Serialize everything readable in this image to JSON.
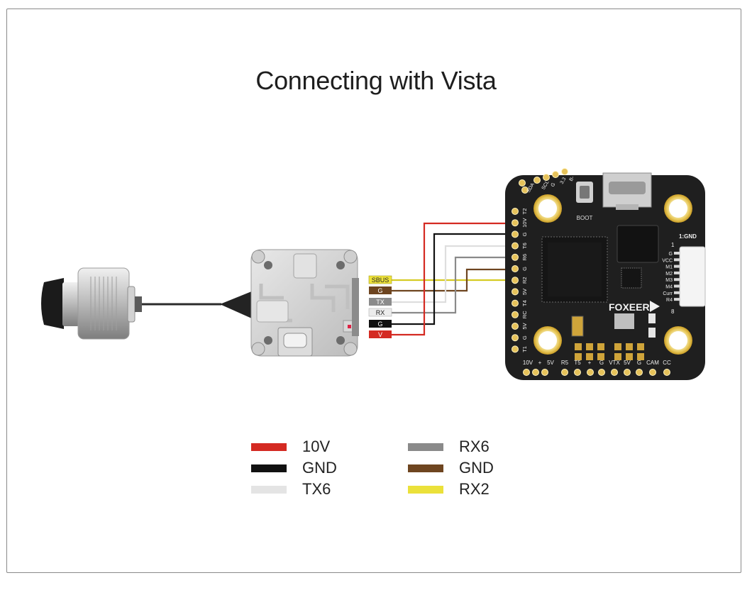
{
  "title": "Connecting with Vista",
  "connector_labels": [
    "SBUS",
    "G",
    "TX",
    "RX",
    "G",
    "V"
  ],
  "fc": {
    "brand": "FOXEER",
    "boot_label": "BOOT",
    "top_pads": [
      "SDA",
      "SCL",
      "G",
      "3.3",
      "B-"
    ],
    "left_pads": [
      "T2",
      "10V",
      "G",
      "T6",
      "R6",
      "G",
      "R2",
      "5V",
      "T4",
      "RC",
      "5V",
      "G",
      "T1"
    ],
    "bottom_pads": [
      "10V",
      "+",
      "5V",
      "R5",
      "T5",
      "+",
      "G",
      "VTX",
      "5V",
      "G",
      "CAM",
      "CC"
    ],
    "esc_header": "1:GND",
    "esc_pads": [
      "G",
      "VCC",
      "M1",
      "M2",
      "M3",
      "M4",
      "Curr",
      "R4"
    ],
    "esc_num_1": "1",
    "esc_num_8": "8"
  },
  "legend": [
    {
      "label": "10V",
      "color": "#d42a22"
    },
    {
      "label": "GND",
      "color": "#111111"
    },
    {
      "label": "TX6",
      "color": "#e4e4e4"
    },
    {
      "label": "RX6",
      "color": "#8a8a8a"
    },
    {
      "label": "GND",
      "color": "#6e4520"
    },
    {
      "label": "RX2",
      "color": "#ebe13a"
    }
  ]
}
